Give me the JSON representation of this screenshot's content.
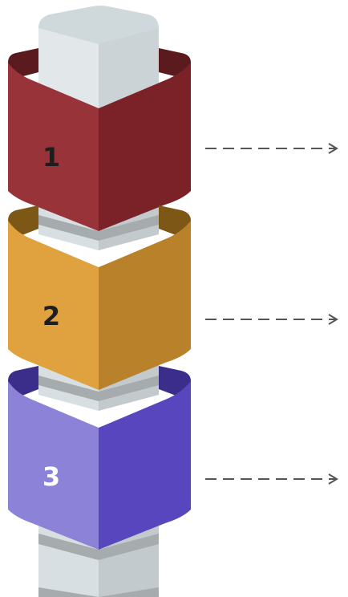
{
  "diagram": {
    "bands": [
      {
        "label": "1",
        "colors": {
          "front_left": "#983339",
          "front_right": "#7a2228",
          "top_back": "#5a1a1e",
          "text": "#1e1e1e"
        }
      },
      {
        "label": "2",
        "colors": {
          "front_left": "#e0a23e",
          "front_right": "#b9822a",
          "top_back": "#7d5715",
          "text": "#1e1e1e"
        }
      },
      {
        "label": "3",
        "colors": {
          "front_left": "#8c82d8",
          "front_right": "#5746be",
          "top_back": "#3a2e8a",
          "text": "#ffffff"
        }
      }
    ],
    "column_colors": {
      "light": "#dbe3e6",
      "mid": "#c7d0d4",
      "shade": "#a6acad",
      "dark": "#8f9597"
    },
    "arrow_color": "#555555"
  }
}
